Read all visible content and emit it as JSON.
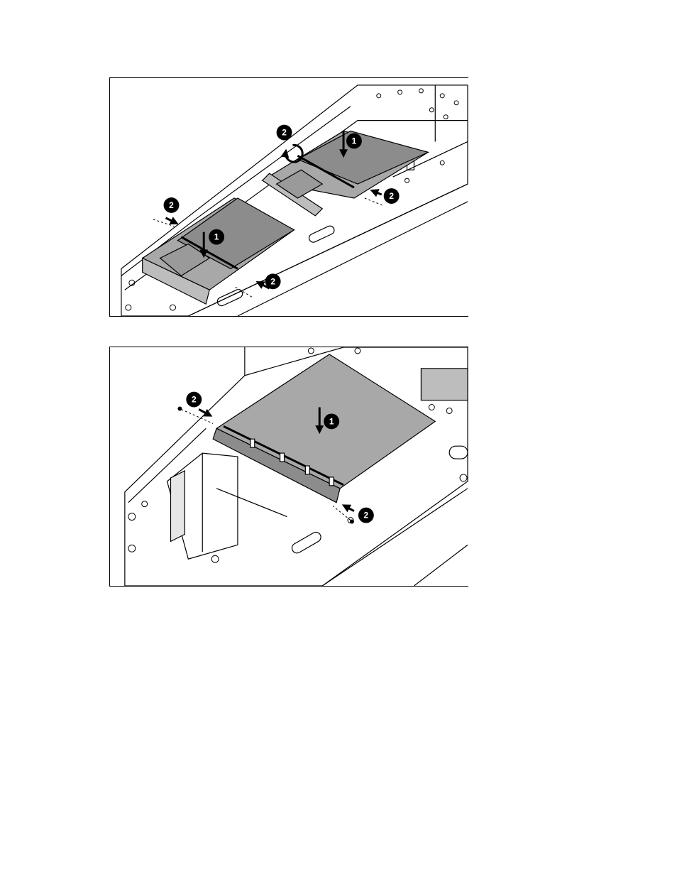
{
  "figures": [
    {
      "id": "figure-1",
      "callouts": [
        "2",
        "1",
        "2",
        "2",
        "1",
        "2"
      ]
    },
    {
      "id": "figure-2",
      "callouts": [
        "2",
        "1",
        "2"
      ]
    }
  ]
}
